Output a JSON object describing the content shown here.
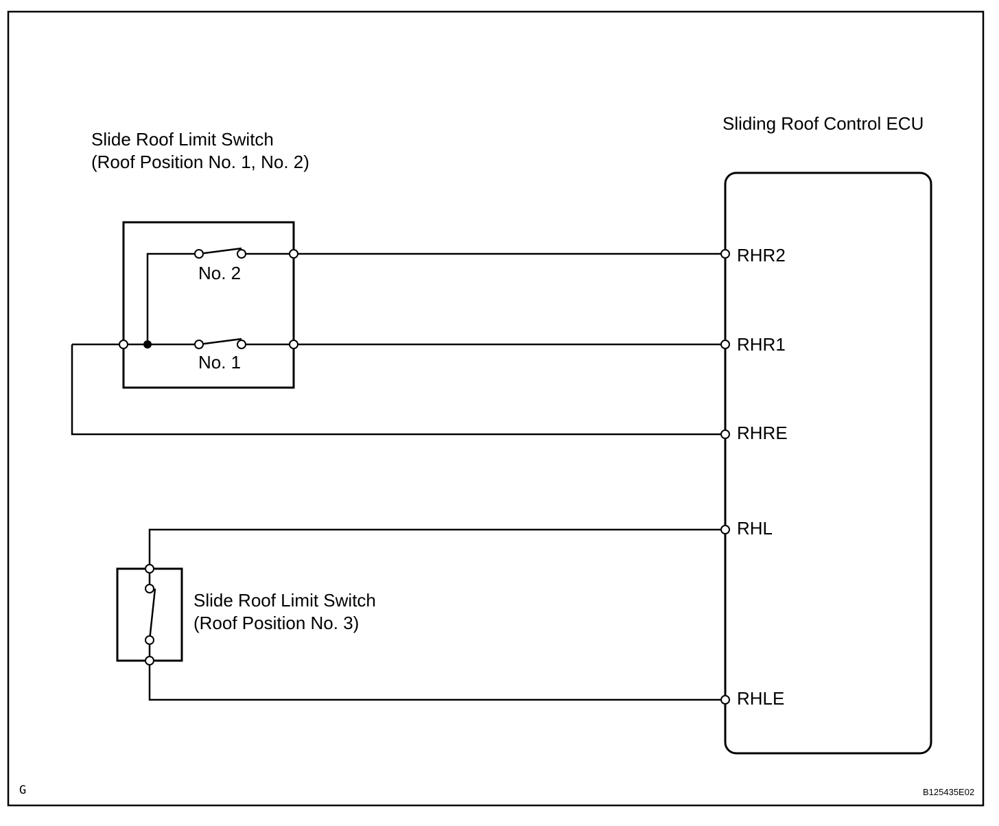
{
  "ecu": {
    "title": "Sliding Roof Control ECU",
    "pins": [
      "RHR2",
      "RHR1",
      "RHRE",
      "RHL",
      "RHLE"
    ]
  },
  "switch_a": {
    "title_line1": "Slide Roof Limit Switch",
    "title_line2": "(Roof Position No. 1, No. 2)",
    "contact_top": "No. 2",
    "contact_bottom": "No. 1"
  },
  "switch_b": {
    "title_line1": "Slide Roof Limit Switch",
    "title_line2": "(Roof Position No. 3)"
  },
  "footer": {
    "corner_letter": "G",
    "figure_code": "B125435E02"
  }
}
